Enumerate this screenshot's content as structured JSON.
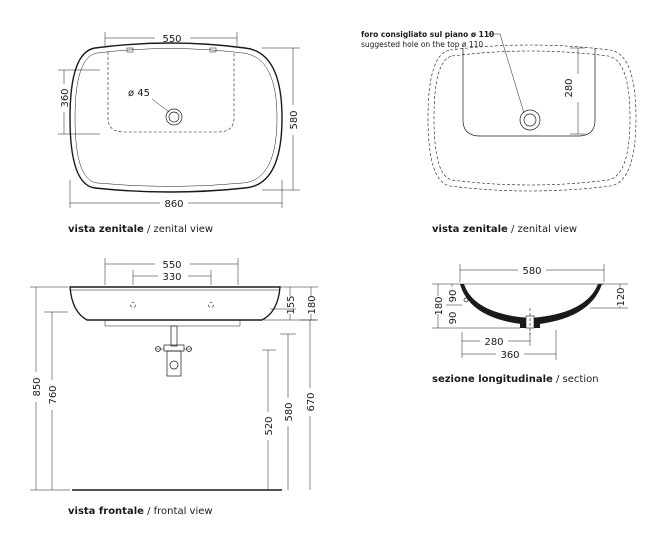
{
  "dimensions": {
    "top_width_inner": "550",
    "top_depth": "360",
    "top_hole_diameter": "ø 45",
    "top_overall_depth": "580",
    "top_overall_width": "860",
    "hole_note_it": "foro consigliato sul piano ø 110",
    "hole_note_en": "suggested hole on the top ø 110",
    "zenital2_depth": "280",
    "front_inner_width": "550",
    "front_hole_spacing": "330",
    "front_height_155": "155",
    "front_height_180": "180",
    "front_overall_850": "850",
    "front_760": "760",
    "front_520": "520",
    "front_580": "580",
    "front_670": "670",
    "section_width": "580",
    "section_180": "180",
    "section_90_top": "90",
    "section_90_bottom": "90",
    "section_120": "120",
    "section_280": "280",
    "section_360": "360"
  },
  "captions": {
    "zenital_1_it": "vista zenitale",
    "zenital_1_en": " / zenital view",
    "zenital_2_it": "vista zenitale",
    "zenital_2_en": " / zenital view",
    "section_it": "sezione longitudinale",
    "section_en": " / section",
    "frontal_it": "vista frontale",
    "frontal_en": " / frontal view"
  }
}
